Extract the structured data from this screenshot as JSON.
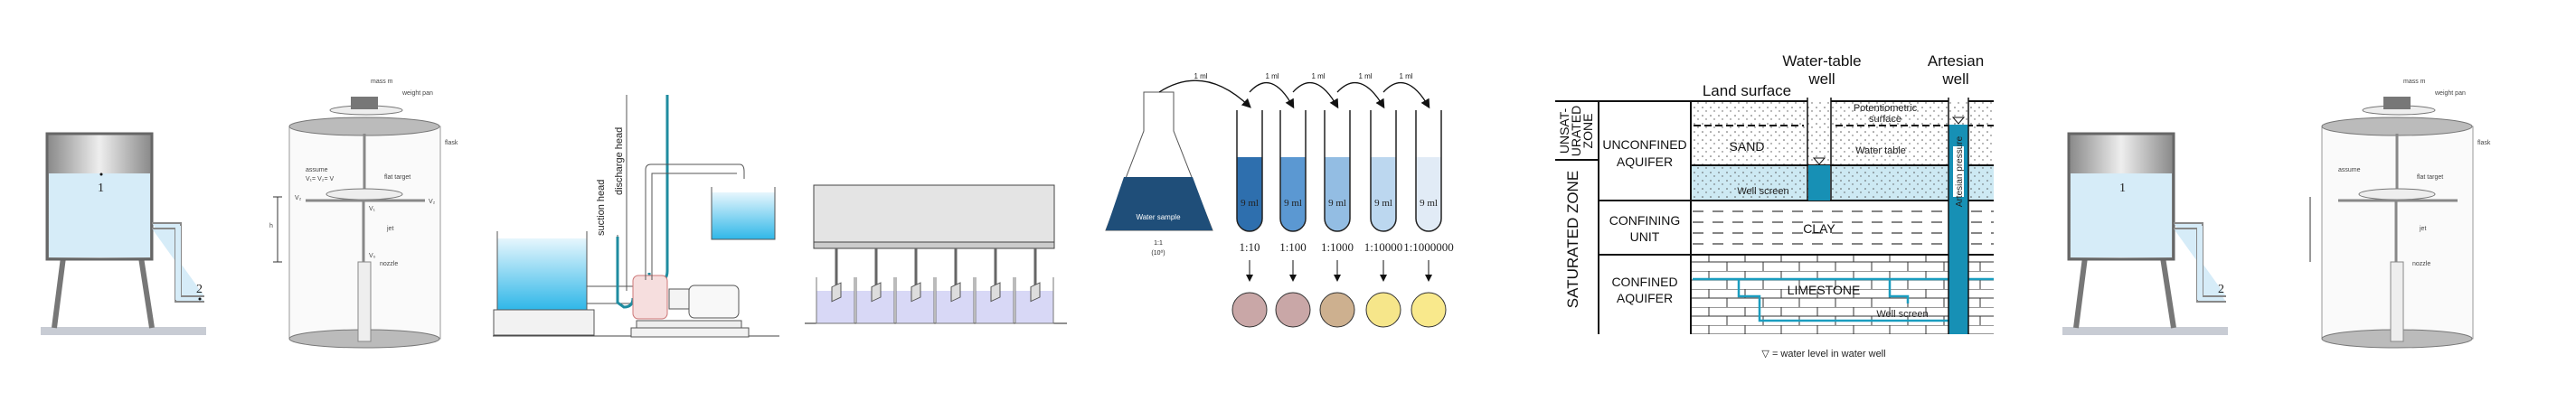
{
  "panels": {
    "tank": {
      "point1": "1",
      "point2": "2"
    },
    "jet_apparatus": {
      "mass": "mass m",
      "weight_pan": "weight pan",
      "flask": "flask",
      "assume": "assume",
      "assume_eq": "V₁= V₂= V",
      "flat_target": "flat target",
      "v2_left": "V₂",
      "v2_right": "V₂",
      "v1": "V₁",
      "jet": "jet",
      "v0": "V₀",
      "nozzle": "nozzle",
      "h": "h"
    },
    "pump": {
      "discharge_head": "discharge head",
      "suction_head": "suction head"
    },
    "serial_dilution": {
      "transfer_labels": [
        "1 ml",
        "1 ml",
        "1 ml",
        "1 ml",
        "1 ml"
      ],
      "flask_label": "Water sample",
      "flask_ratio": "1:1",
      "flask_exp": "(10⁰)",
      "tube_volume": [
        "9 ml",
        "9 ml",
        "9 ml",
        "9 ml",
        "9 ml"
      ],
      "ratios": [
        "1:10",
        "1:100",
        "1:1000",
        "1:10000",
        "1:1000000"
      ]
    },
    "aquifer": {
      "water_table_well": [
        "Water-table",
        "well"
      ],
      "artesian_well": [
        "Artesian",
        "well"
      ],
      "land_surface": "Land surface",
      "unsaturated_zone": [
        "UNSAT-",
        "URATED",
        "ZONE"
      ],
      "saturated_zone": "SATURATED ZONE",
      "unconfined_aquifer": [
        "UNCONFINED",
        "AQUIFER"
      ],
      "confining_unit": [
        "CONFINING",
        "UNIT"
      ],
      "confined_aquifer": [
        "CONFINED",
        "AQUIFER"
      ],
      "sand": "SAND",
      "clay": "CLAY",
      "limestone": "LIMESTONE",
      "potentiometric_surface": [
        "Potentiometric",
        "surface"
      ],
      "water_table": "Water table",
      "well_screen_upper": "Well screen",
      "well_screen_lower": "Well screen",
      "artesian_pressure": "Artesian pressure",
      "legend": "▽ = water level in water well"
    }
  },
  "colors": {
    "water": "#d6ecf8",
    "well_blue": "#1790b5",
    "flask_blue": "#1f4e79"
  }
}
